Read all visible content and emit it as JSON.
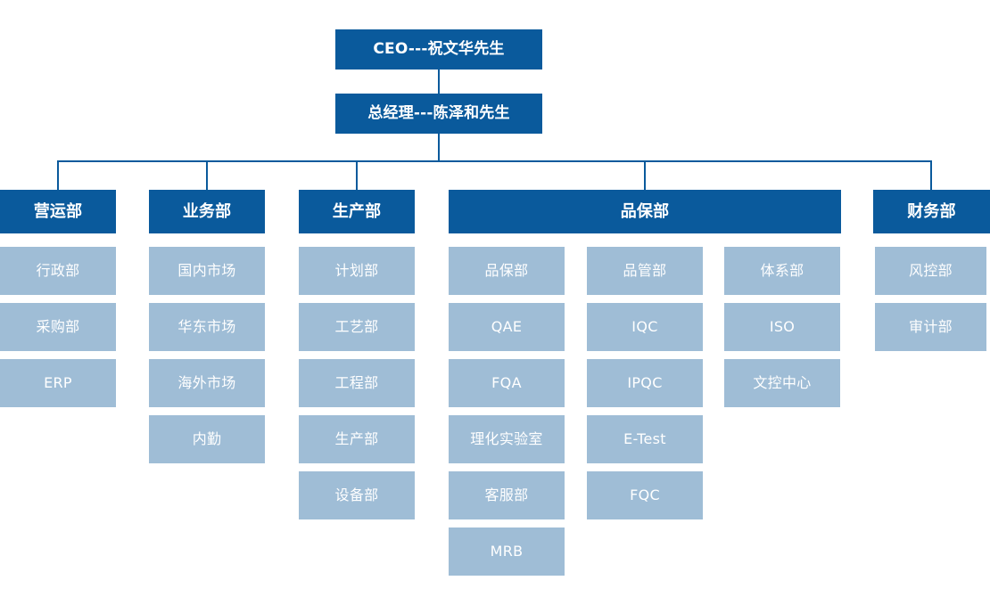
{
  "colors": {
    "primary": "#0A5A9C",
    "secondary": "#9FBDD6",
    "text_on_primary": "#FFFFFF",
    "text_on_secondary": "#FFFFFF",
    "background": "#FFFFFF",
    "connector": "#0A5A9C"
  },
  "executives": [
    {
      "label": "CEO---祝文华先生",
      "role": "CEO",
      "name": "祝文华先生"
    },
    {
      "label": "总经理---陈泽和先生",
      "role": "总经理",
      "name": "陈泽和先生"
    }
  ],
  "departments": [
    {
      "name": "营运部",
      "columns": [
        {
          "items": [
            "行政部",
            "采购部",
            "ERP"
          ]
        }
      ]
    },
    {
      "name": "业务部",
      "columns": [
        {
          "items": [
            "国内市场",
            "华东市场",
            "海外市场",
            "内勤"
          ]
        }
      ]
    },
    {
      "name": "生产部",
      "columns": [
        {
          "items": [
            "计划部",
            "工艺部",
            "工程部",
            "生产部",
            "设备部"
          ]
        }
      ]
    },
    {
      "name": "品保部",
      "columns": [
        {
          "items": [
            "品保部",
            "QAE",
            "FQA",
            "理化实验室",
            "客服部",
            "MRB"
          ]
        },
        {
          "items": [
            "品管部",
            "IQC",
            "IPQC",
            "E-Test",
            "FQC"
          ]
        },
        {
          "items": [
            "体系部",
            "ISO",
            "文控中心"
          ]
        }
      ]
    },
    {
      "name": "财务部",
      "columns": [
        {
          "items": [
            "风控部",
            "审计部"
          ]
        }
      ]
    }
  ]
}
